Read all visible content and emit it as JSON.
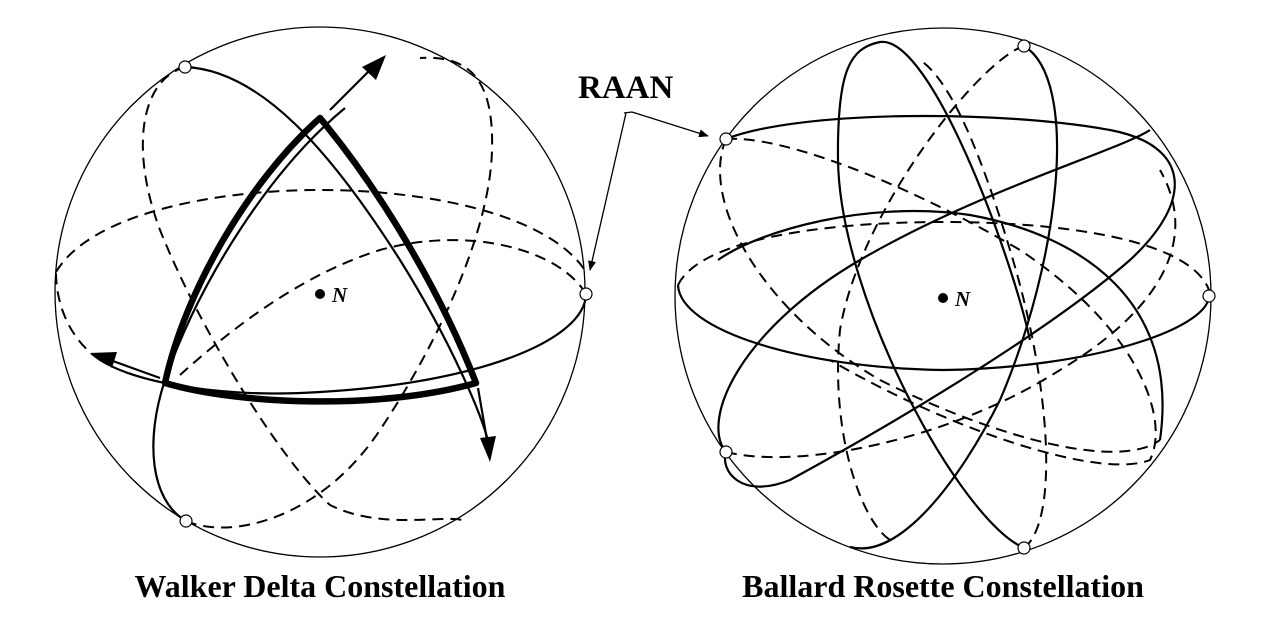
{
  "labels": {
    "raan": "RAAN",
    "left_title": "Walker Delta Constellation",
    "right_title": "Ballard Rosette Constellation",
    "left_center": "N",
    "right_center": "N"
  }
}
